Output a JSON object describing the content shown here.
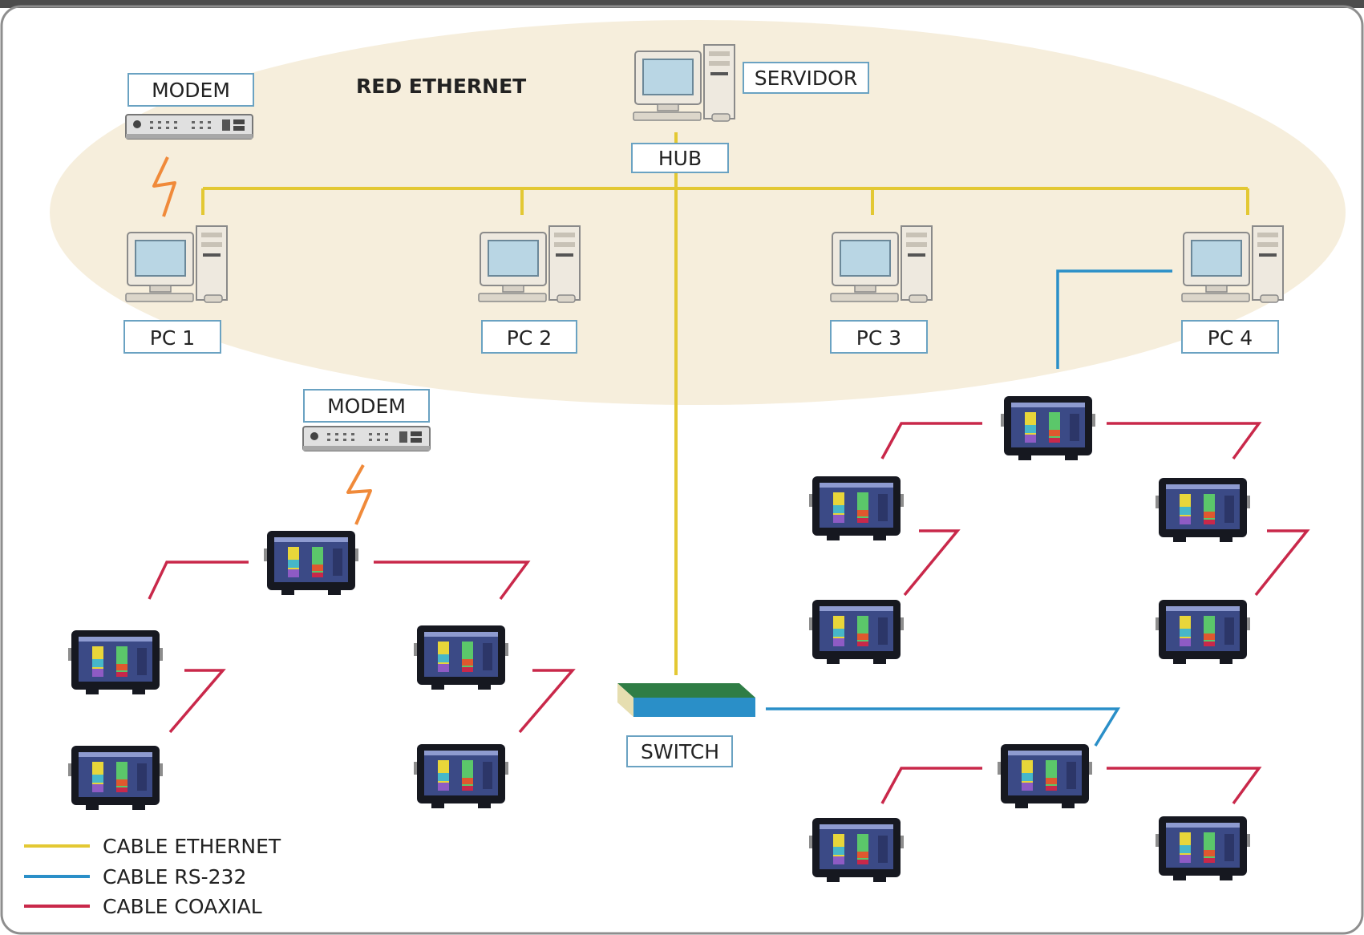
{
  "title": "RED ETHERNET",
  "labels": {
    "servidor": "SERVIDOR",
    "hub": "HUB",
    "modem_top": "MODEM",
    "modem_mid": "MODEM",
    "pc1": "PC 1",
    "pc2": "PC 2",
    "pc3": "PC 3",
    "pc4": "PC 4",
    "switch": "SWITCH"
  },
  "legend": [
    {
      "label": "CABLE ETHERNET",
      "color": "#e3c833"
    },
    {
      "label": "CABLE RS-232",
      "color": "#2a8fc8"
    },
    {
      "label": "CABLE COAXIAL",
      "color": "#c9284a"
    }
  ],
  "colors": {
    "ethernet": "#e3c833",
    "rs232": "#2a8fc8",
    "coaxial": "#c9284a",
    "wireless": "#f08a3a",
    "zone": "#f6eedc",
    "label_border": "#6aa2c2"
  },
  "icons": [
    "computer-icon",
    "modem-icon",
    "touch-panel-icon",
    "switch-icon",
    "wireless-link-icon"
  ]
}
